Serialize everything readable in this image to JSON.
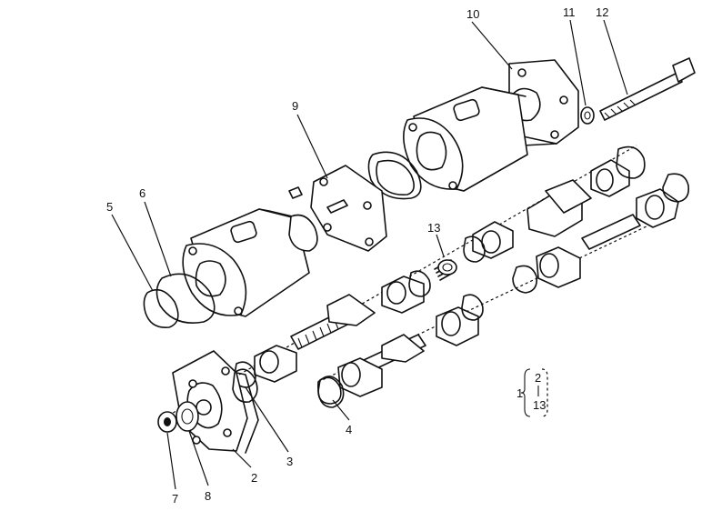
{
  "callouts": {
    "c1": "1",
    "c2": "2",
    "c3": "3",
    "c4": "4",
    "c5": "5",
    "c6": "6",
    "c7": "7",
    "c8": "8",
    "c9": "9",
    "c10": "10",
    "c11": "11",
    "c12": "12",
    "c13": "13"
  },
  "legend": {
    "parent": "1",
    "child_a": "2",
    "child_b": "13"
  }
}
